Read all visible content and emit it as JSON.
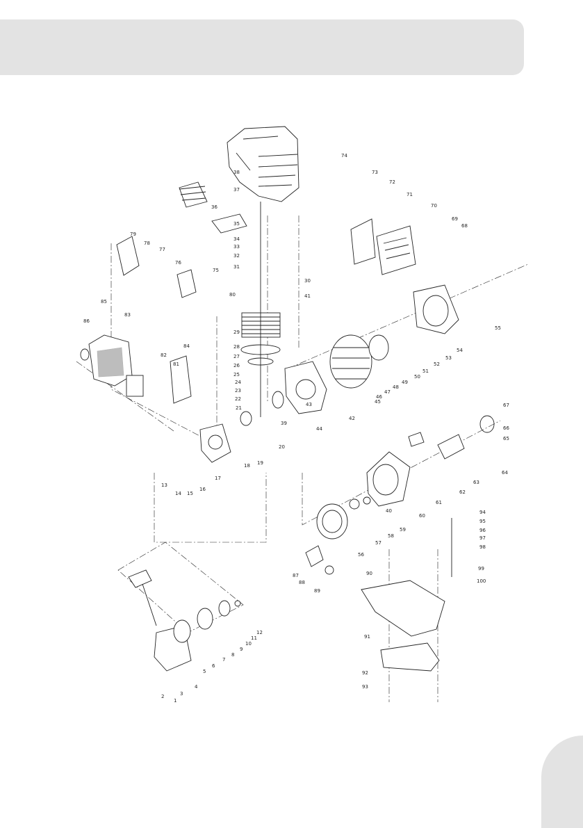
{
  "page": {
    "header_text": "",
    "page_number": ""
  },
  "diagram": {
    "callouts": [
      "1",
      "2",
      "3",
      "4",
      "5",
      "6",
      "7",
      "8",
      "9",
      "10",
      "11",
      "12",
      "13",
      "14",
      "15",
      "16",
      "17",
      "18",
      "19",
      "20",
      "21",
      "22",
      "23",
      "24",
      "25",
      "26",
      "27",
      "28",
      "29",
      "30",
      "31",
      "32",
      "33",
      "34",
      "35",
      "36",
      "37",
      "38",
      "39",
      "40",
      "41",
      "42",
      "43",
      "44",
      "45",
      "46",
      "47",
      "48",
      "49",
      "50",
      "51",
      "52",
      "53",
      "54",
      "55",
      "56",
      "57",
      "58",
      "59",
      "60",
      "61",
      "62",
      "63",
      "64",
      "65",
      "66",
      "67",
      "68",
      "69",
      "70",
      "71",
      "72",
      "73",
      "74",
      "75",
      "76",
      "77",
      "78",
      "79",
      "80",
      "81",
      "82",
      "83",
      "84",
      "85",
      "86",
      "87",
      "88",
      "89",
      "90",
      "91",
      "92",
      "93",
      "94",
      "95",
      "96",
      "97",
      "98",
      "99",
      "100"
    ]
  }
}
